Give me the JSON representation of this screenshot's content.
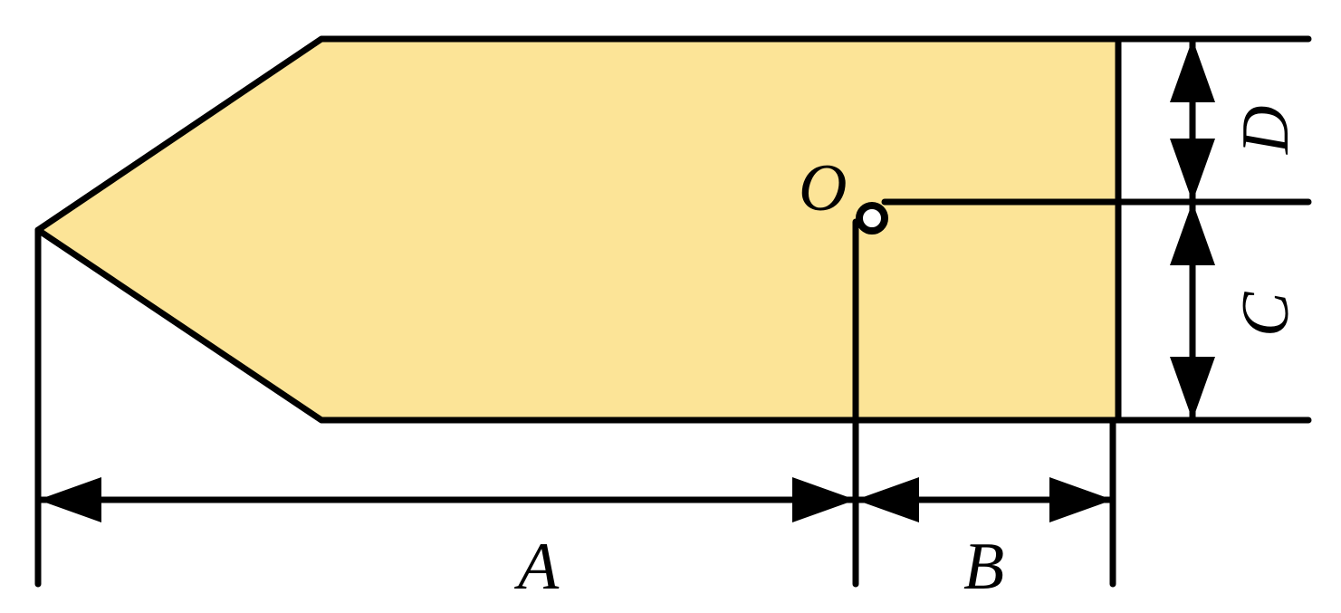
{
  "colors": {
    "fill": "#fce497",
    "stroke": "#000000",
    "background": "#ffffff"
  },
  "labels": {
    "origin": "O",
    "a": "A",
    "b": "B",
    "c": "C",
    "d": "D"
  }
}
